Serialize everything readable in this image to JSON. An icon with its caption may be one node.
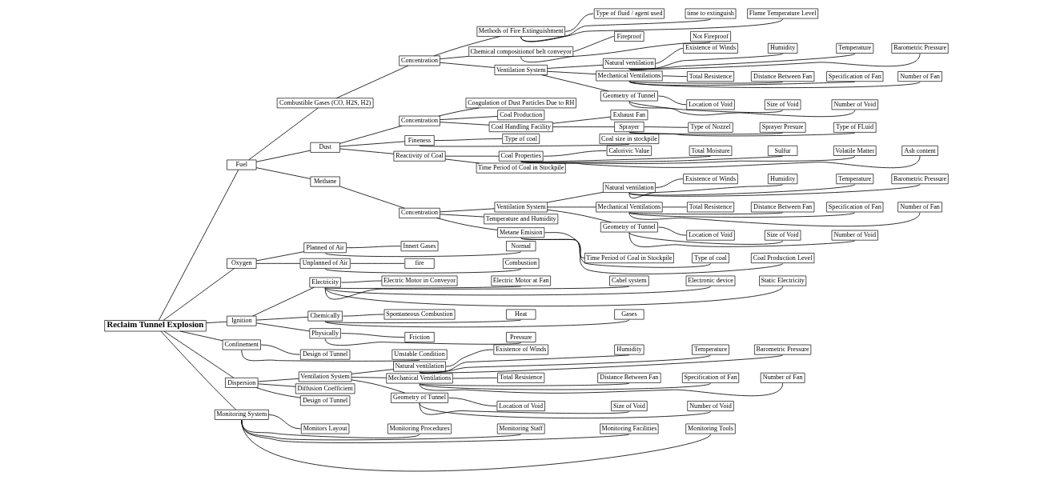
{
  "diagram": {
    "nodes": [
      {
        "text": [
          "Reclaim Tunnel Explosion"
        ]
      },
      {
        "text": [
          "Fuel"
        ]
      },
      {
        "text": [
          "Oxygen"
        ]
      },
      {
        "text": [
          "Ignition"
        ]
      },
      {
        "text": [
          "Confinement"
        ]
      },
      {
        "text": [
          "Dispersion"
        ]
      },
      {
        "text": [
          "Monitoring System"
        ]
      },
      {
        "text": [
          "Combustible Gases (CO, H2S, H2)"
        ]
      },
      {
        "text": [
          "Dust"
        ]
      },
      {
        "text": [
          "Methane"
        ]
      },
      {
        "text": [
          "Concentration"
        ]
      },
      {
        "text": [
          "Methods of Fire Extinguishment"
        ]
      },
      {
        "text": [
          "Chemical compositionof belt conveyor"
        ]
      },
      {
        "text": [
          "Ventilation System"
        ]
      },
      {
        "text": [
          "Type of fluid / agent used"
        ]
      },
      {
        "text": [
          "time to extinguish"
        ]
      },
      {
        "text": [
          "Flame Temperature Level"
        ]
      },
      {
        "text": [
          "Fireproof"
        ]
      },
      {
        "text": [
          "Not Fireproof"
        ]
      },
      {
        "text": [
          "Natural ventilation"
        ]
      },
      {
        "text": [
          "Mechanical Ventilations"
        ]
      },
      {
        "text": [
          "Geometry of Tunnel"
        ]
      },
      {
        "text": [
          "Existence of Winds"
        ]
      },
      {
        "text": [
          "Humidity"
        ]
      },
      {
        "text": [
          "Temperature"
        ]
      },
      {
        "text": [
          "Barometric Pressure"
        ]
      },
      {
        "text": [
          "Total Resistence"
        ]
      },
      {
        "text": [
          "Distance Between Fan"
        ]
      },
      {
        "text": [
          "Specification of Fan"
        ]
      },
      {
        "text": [
          "Number of Fan"
        ]
      },
      {
        "text": [
          "Location of Void"
        ]
      },
      {
        "text": [
          "Size of Void"
        ]
      },
      {
        "text": [
          "Number of Void"
        ]
      },
      {
        "text": [
          "Concentration"
        ]
      },
      {
        "text": [
          "Fineness"
        ]
      },
      {
        "text": [
          "Reactivity of Coal"
        ]
      },
      {
        "text": [
          "Coagulation of Dust Particles Due to RH"
        ]
      },
      {
        "text": [
          "Coal Production"
        ]
      },
      {
        "text": [
          "Coal Handling Facility"
        ]
      },
      {
        "text": [
          "Exhaust Fan"
        ]
      },
      {
        "text": [
          "Sprayer"
        ]
      },
      {
        "text": [
          "Type of Nozzel"
        ]
      },
      {
        "text": [
          "Sprayer Presure"
        ]
      },
      {
        "text": [
          "Type of FLuid"
        ]
      },
      {
        "text": [
          "Type of coal"
        ]
      },
      {
        "text": [
          "Coal size in stockpile"
        ]
      },
      {
        "text": [
          "Coal Properties"
        ]
      },
      {
        "text": [
          "Time Period of Coal in Stockpile"
        ]
      },
      {
        "text": [
          "Calorivic Value"
        ]
      },
      {
        "text": [
          "Total Moisture"
        ]
      },
      {
        "text": [
          "Sulfur"
        ]
      },
      {
        "text": [
          "Volatile Matter"
        ]
      },
      {
        "text": [
          "Ash content"
        ]
      },
      {
        "text": [
          "Concentration"
        ]
      },
      {
        "text": [
          "Ventilation System"
        ]
      },
      {
        "text": [
          "Temperature and Humidity"
        ]
      },
      {
        "text": [
          "Metane Emision"
        ]
      },
      {
        "text": [
          "Natural ventilation"
        ]
      },
      {
        "text": [
          "Mechanical Ventilations"
        ]
      },
      {
        "text": [
          "Geometry of Tunnel"
        ]
      },
      {
        "text": [
          "Existence of Winds"
        ]
      },
      {
        "text": [
          "Humidity"
        ]
      },
      {
        "text": [
          "Temperature"
        ]
      },
      {
        "text": [
          "Barometric Pressure"
        ]
      },
      {
        "text": [
          "Total Resistence"
        ]
      },
      {
        "text": [
          "Distance Between Fan"
        ]
      },
      {
        "text": [
          "Specification of Fan"
        ]
      },
      {
        "text": [
          "Number of Fan"
        ]
      },
      {
        "text": [
          "Location of Void"
        ]
      },
      {
        "text": [
          "Size of Void"
        ]
      },
      {
        "text": [
          "Number of Void"
        ]
      },
      {
        "text": [
          "Time Period of Coal in Stockpile"
        ]
      },
      {
        "text": [
          "Type of coal"
        ]
      },
      {
        "text": [
          "Coal Production Level"
        ]
      },
      {
        "text": [
          "Planned of Air"
        ]
      },
      {
        "text": [
          "Unplanned of Air"
        ]
      },
      {
        "text": [
          "Innert Gases"
        ]
      },
      {
        "text": [
          "Normal"
        ]
      },
      {
        "text": [
          "fire"
        ]
      },
      {
        "text": [
          "Combustion"
        ]
      },
      {
        "text": [
          "Electricity"
        ]
      },
      {
        "text": [
          "Chemically"
        ]
      },
      {
        "text": [
          "Physically"
        ]
      },
      {
        "text": [
          "Electric Motor in Conveyor"
        ]
      },
      {
        "text": [
          "Electric Motor at Fan"
        ]
      },
      {
        "text": [
          "Cabel system"
        ]
      },
      {
        "text": [
          "Electronic device"
        ]
      },
      {
        "text": [
          "Static Electricity"
        ]
      },
      {
        "text": [
          "Spontaneous Combustion"
        ]
      },
      {
        "text": [
          "Heat"
        ]
      },
      {
        "text": [
          "Gases"
        ]
      },
      {
        "text": [
          "Friction"
        ]
      },
      {
        "text": [
          "Pressure"
        ]
      },
      {
        "text": [
          "Design of Tunnel"
        ]
      },
      {
        "text": [
          "Unstable Condition"
        ]
      },
      {
        "text": [
          "Ventilation System"
        ]
      },
      {
        "text": [
          "Diffusion Coefficient"
        ]
      },
      {
        "text": [
          "Design of Tunnel"
        ]
      },
      {
        "text": [
          "Natural ventilation"
        ]
      },
      {
        "text": [
          "Mechanical Ventilations"
        ]
      },
      {
        "text": [
          "Geometry of Tunnel"
        ]
      },
      {
        "text": [
          "Existence of Winds"
        ]
      },
      {
        "text": [
          "Humidity"
        ]
      },
      {
        "text": [
          "Temperature"
        ]
      },
      {
        "text": [
          "Barometric Pressure"
        ]
      },
      {
        "text": [
          "Total Resistence"
        ]
      },
      {
        "text": [
          "Distance Between Fan"
        ]
      },
      {
        "text": [
          "Specification of Fan"
        ]
      },
      {
        "text": [
          "Number of Fan"
        ]
      },
      {
        "text": [
          "Location of Void"
        ]
      },
      {
        "text": [
          "Size of Void"
        ]
      },
      {
        "text": [
          "Number of Void"
        ]
      },
      {
        "text": [
          "Monitors Layout"
        ]
      },
      {
        "text": [
          "Monitoring Procedures"
        ]
      },
      {
        "text": [
          "Monitoring Staff"
        ]
      },
      {
        "text": [
          "Monitoring Facilities"
        ]
      },
      {
        "text": [
          "Monitoring Tools"
        ]
      }
    ],
    "edges": [
      {
        "from": 0,
        "to": 1,
        "arrow": "none"
      },
      {
        "from": 0,
        "to": 2,
        "arrow": "none"
      },
      {
        "from": 0,
        "to": 3,
        "arrow": "none"
      },
      {
        "from": 0,
        "to": 4,
        "arrow": "none"
      },
      {
        "from": 0,
        "to": 5,
        "arrow": "none"
      },
      {
        "from": 0,
        "to": 6,
        "arrow": "none"
      },
      {
        "from": 1,
        "to": 7,
        "arrow": "none"
      },
      {
        "from": 1,
        "to": 8,
        "arrow": "none"
      },
      {
        "from": 1,
        "to": 9,
        "arrow": "none"
      },
      {
        "from": 7,
        "to": 10,
        "arrow": "none"
      },
      {
        "from": 10,
        "to": 11,
        "arrow": "none"
      },
      {
        "from": 10,
        "to": 12,
        "arrow": "none"
      },
      {
        "from": 10,
        "to": 13,
        "arrow": "none"
      },
      {
        "from": 11,
        "to": 14,
        "arrow": "none"
      },
      {
        "from": 11,
        "to": 15,
        "arrow": "none"
      },
      {
        "from": 11,
        "to": 16,
        "arrow": "none"
      },
      {
        "from": 12,
        "to": 17,
        "arrow": "none"
      },
      {
        "from": 12,
        "to": 18,
        "arrow": "none"
      },
      {
        "from": 13,
        "to": 19,
        "arrow": "none"
      },
      {
        "from": 13,
        "to": 20,
        "arrow": "none"
      },
      {
        "from": 13,
        "to": 21,
        "arrow": "none"
      },
      {
        "from": 19,
        "to": 22,
        "arrow": "none"
      },
      {
        "from": 19,
        "to": 23,
        "arrow": "none"
      },
      {
        "from": 19,
        "to": 24,
        "arrow": "none"
      },
      {
        "from": 19,
        "to": 25,
        "arrow": "none"
      },
      {
        "from": 20,
        "to": 26,
        "arrow": "none"
      },
      {
        "from": 20,
        "to": 27,
        "arrow": "none"
      },
      {
        "from": 20,
        "to": 28,
        "arrow": "none"
      },
      {
        "from": 20,
        "to": 29,
        "arrow": "none"
      },
      {
        "from": 21,
        "to": 30,
        "arrow": "none"
      },
      {
        "from": 21,
        "to": 31,
        "arrow": "none"
      },
      {
        "from": 21,
        "to": 32,
        "arrow": "none"
      },
      {
        "from": 8,
        "to": 33,
        "arrow": "none"
      },
      {
        "from": 8,
        "to": 34,
        "arrow": "none"
      },
      {
        "from": 8,
        "to": 35,
        "arrow": "none"
      },
      {
        "from": 33,
        "to": 36,
        "arrow": "none"
      },
      {
        "from": 33,
        "to": 37,
        "arrow": "none"
      },
      {
        "from": 33,
        "to": 38,
        "arrow": "none"
      },
      {
        "from": 38,
        "to": 39,
        "arrow": "none"
      },
      {
        "from": 38,
        "to": 40,
        "arrow": "none"
      },
      {
        "from": 40,
        "to": 41,
        "arrow": "none"
      },
      {
        "from": 40,
        "to": 42,
        "arrow": "none"
      },
      {
        "from": 40,
        "to": 43,
        "arrow": "none"
      },
      {
        "from": 34,
        "to": 44,
        "arrow": "none"
      },
      {
        "from": 34,
        "to": 45,
        "arrow": "none"
      },
      {
        "from": 35,
        "to": 46,
        "arrow": "none"
      },
      {
        "from": 35,
        "to": 47,
        "arrow": "none"
      },
      {
        "from": 46,
        "to": 48,
        "arrow": "none"
      },
      {
        "from": 46,
        "to": 49,
        "arrow": "none"
      },
      {
        "from": 46,
        "to": 50,
        "arrow": "none"
      },
      {
        "from": 46,
        "to": 51,
        "arrow": "none"
      },
      {
        "from": 46,
        "to": 52,
        "arrow": "none"
      },
      {
        "from": 9,
        "to": 53,
        "arrow": "none"
      },
      {
        "from": 53,
        "to": 54,
        "arrow": "none"
      },
      {
        "from": 53,
        "to": 55,
        "arrow": "none"
      },
      {
        "from": 53,
        "to": 56,
        "arrow": "none"
      },
      {
        "from": 54,
        "to": 57,
        "arrow": "none"
      },
      {
        "from": 54,
        "to": 58,
        "arrow": "none"
      },
      {
        "from": 54,
        "to": 59,
        "arrow": "none"
      },
      {
        "from": 57,
        "to": 60,
        "arrow": "none"
      },
      {
        "from": 57,
        "to": 61,
        "arrow": "none"
      },
      {
        "from": 57,
        "to": 62,
        "arrow": "none"
      },
      {
        "from": 57,
        "to": 63,
        "arrow": "none"
      },
      {
        "from": 58,
        "to": 64,
        "arrow": "none"
      },
      {
        "from": 58,
        "to": 65,
        "arrow": "none"
      },
      {
        "from": 58,
        "to": 66,
        "arrow": "none"
      },
      {
        "from": 58,
        "to": 67,
        "arrow": "none"
      },
      {
        "from": 59,
        "to": 68,
        "arrow": "none"
      },
      {
        "from": 59,
        "to": 69,
        "arrow": "none"
      },
      {
        "from": 59,
        "to": 70,
        "arrow": "none"
      },
      {
        "from": 56,
        "to": 71,
        "arrow": "none"
      },
      {
        "from": 56,
        "to": 72,
        "arrow": "none"
      },
      {
        "from": 56,
        "to": 73,
        "arrow": "none"
      },
      {
        "from": 2,
        "to": 74,
        "arrow": "none"
      },
      {
        "from": 2,
        "to": 75,
        "arrow": "none"
      },
      {
        "from": 74,
        "to": 76,
        "arrow": "none"
      },
      {
        "from": 74,
        "to": 77,
        "arrow": "none"
      },
      {
        "from": 75,
        "to": 78,
        "arrow": "none"
      },
      {
        "from": 75,
        "to": 79,
        "arrow": "none"
      },
      {
        "from": 3,
        "to": 80,
        "arrow": "none"
      },
      {
        "from": 3,
        "to": 81,
        "arrow": "none"
      },
      {
        "from": 3,
        "to": 82,
        "arrow": "none"
      },
      {
        "from": 80,
        "to": 83,
        "arrow": "none"
      },
      {
        "from": 80,
        "to": 84,
        "arrow": "none"
      },
      {
        "from": 80,
        "to": 85,
        "arrow": "none"
      },
      {
        "from": 80,
        "to": 86,
        "arrow": "none"
      },
      {
        "from": 80,
        "to": 87,
        "arrow": "none"
      },
      {
        "from": 81,
        "to": 88,
        "arrow": "none"
      },
      {
        "from": 81,
        "to": 89,
        "arrow": "none"
      },
      {
        "from": 81,
        "to": 90,
        "arrow": "none"
      },
      {
        "from": 82,
        "to": 91,
        "arrow": "none"
      },
      {
        "from": 82,
        "to": 92,
        "arrow": "none"
      },
      {
        "from": 4,
        "to": 93,
        "arrow": "none"
      },
      {
        "from": 4,
        "to": 94,
        "arrow": "none"
      },
      {
        "from": 5,
        "to": 95,
        "arrow": "none"
      },
      {
        "from": 5,
        "to": 96,
        "arrow": "none"
      },
      {
        "from": 5,
        "to": 97,
        "arrow": "none"
      },
      {
        "from": 95,
        "to": 98,
        "arrow": "none"
      },
      {
        "from": 95,
        "to": 99,
        "arrow": "none"
      },
      {
        "from": 95,
        "to": 100,
        "arrow": "none"
      },
      {
        "from": 98,
        "to": 101,
        "arrow": "none"
      },
      {
        "from": 98,
        "to": 102,
        "arrow": "none"
      },
      {
        "from": 98,
        "to": 103,
        "arrow": "none"
      },
      {
        "from": 98,
        "to": 104,
        "arrow": "none"
      },
      {
        "from": 99,
        "to": 105,
        "arrow": "none"
      },
      {
        "from": 99,
        "to": 106,
        "arrow": "none"
      },
      {
        "from": 99,
        "to": 107,
        "arrow": "none"
      },
      {
        "from": 99,
        "to": 108,
        "arrow": "none"
      },
      {
        "from": 100,
        "to": 109,
        "arrow": "none"
      },
      {
        "from": 100,
        "to": 110,
        "arrow": "none"
      },
      {
        "from": 100,
        "to": 111,
        "arrow": "none"
      },
      {
        "from": 6,
        "to": 112,
        "arrow": "none"
      },
      {
        "from": 6,
        "to": 113,
        "arrow": "none"
      },
      {
        "from": 6,
        "to": 114,
        "arrow": "none"
      },
      {
        "from": 6,
        "to": 115,
        "arrow": "none"
      },
      {
        "from": 6,
        "to": 116,
        "arrow": "none"
      }
    ]
  }
}
